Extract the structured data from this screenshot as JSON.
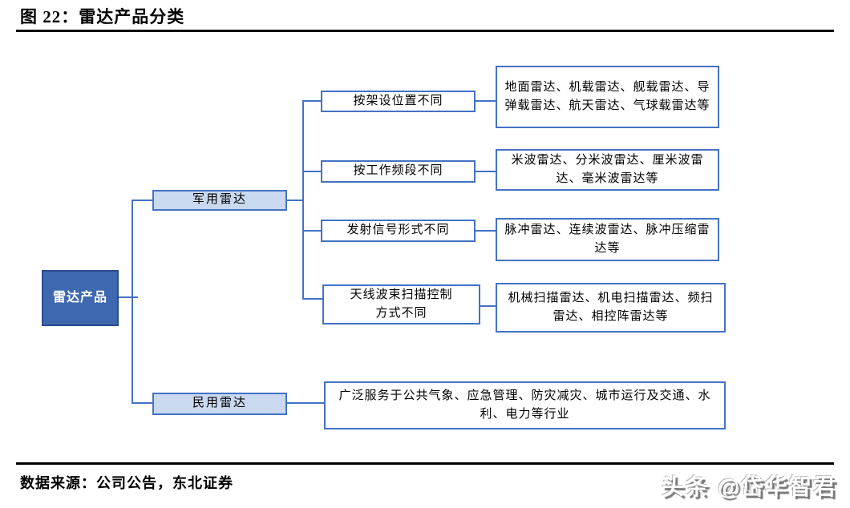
{
  "figure": {
    "title": "图 22：雷达产品分类",
    "source": "数据来源：公司公告，东北证券",
    "watermark": "头条 @岱华智君"
  },
  "colors": {
    "line": "#4472C4",
    "root-fill": "#3E68B0",
    "root-border": "#2B4C8C",
    "branch-fill": "#C9D9F0",
    "rule": "#000000"
  },
  "tree": {
    "root": "雷达产品",
    "military": {
      "label": "军用雷达",
      "items": [
        {
          "criterion": "按架设位置不同",
          "types": "地面雷达、机载雷达、舰载雷达、导弹载雷达、航天雷达、气球载雷达等"
        },
        {
          "criterion": "按工作频段不同",
          "types": "米波雷达、分米波雷达、厘米波雷达、毫米波雷达等"
        },
        {
          "criterion": "发射信号形式不同",
          "types": "脉冲雷达、连续波雷达、脉冲压缩雷达等"
        },
        {
          "criterion": "天线波束扫描控制\n方式不同",
          "types": "机械扫描雷达、机电扫描雷达、频扫雷达、相控阵雷达等"
        }
      ]
    },
    "civil": {
      "label": "民用雷达",
      "description": "广泛服务于公共气象、应急管理、防灾减灾、城市运行及交通、水利、电力等行业"
    }
  }
}
